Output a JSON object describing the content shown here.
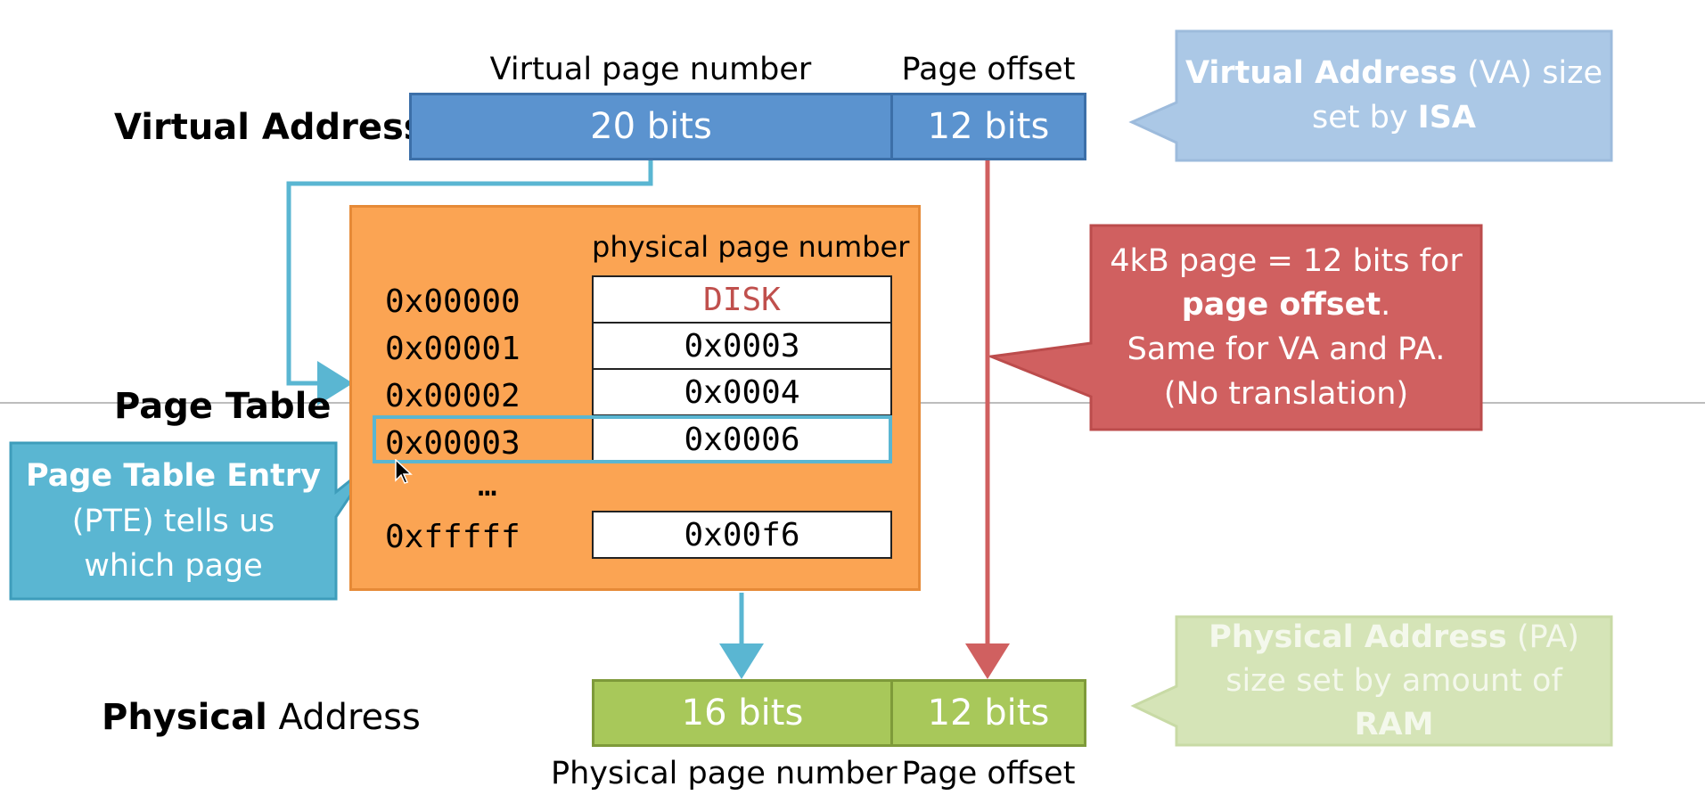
{
  "virtual_address": {
    "label": "Virtual Address",
    "vpn_label": "Virtual page number",
    "offset_label": "Page offset",
    "vpn_bits": "20 bits",
    "offset_bits": "12 bits"
  },
  "page_table": {
    "label": "Page Table",
    "column_header": "physical page number",
    "rows": [
      {
        "index": "0x00000",
        "value": "DISK"
      },
      {
        "index": "0x00001",
        "value": "0x0003"
      },
      {
        "index": "0x00002",
        "value": "0x0004"
      },
      {
        "index": "0x00003",
        "value": "0x0006"
      }
    ],
    "ellipsis": "…",
    "last_row": {
      "index": "0xfffff",
      "value": "0x00f6"
    }
  },
  "physical_address": {
    "label_bold": "Physical",
    "label_rest": " Address",
    "ppn_bits": "16 bits",
    "offset_bits": "12 bits",
    "ppn_label": "Physical page number",
    "offset_label": "Page offset"
  },
  "callouts": {
    "va_size": {
      "bold1": "Virtual Address",
      "text1": " (VA) size",
      "text2": "set by ",
      "bold2": "ISA"
    },
    "page_offset": {
      "line1": "4kB page = 12 bits for",
      "bold": "page offset",
      "bold_suffix": ".",
      "line3": "Same for VA and PA.",
      "line4": "(No translation)"
    },
    "pte": {
      "bold": "Page Table Entry",
      "line2": "(PTE) tells us",
      "line3": "which page"
    },
    "pa_size": {
      "bold1": "Physical Address",
      "text1": " (PA)",
      "line2": "size set by amount of",
      "bold2": "RAM"
    }
  },
  "colors": {
    "va_blue": "#5b93cf",
    "pa_green": "#a8c85a",
    "page_table_orange": "#fba453",
    "offset_red": "#d06060",
    "pte_teal": "#5ab6d2",
    "va_callout": "#abc8e6",
    "pa_callout": "#d5e4b7"
  }
}
